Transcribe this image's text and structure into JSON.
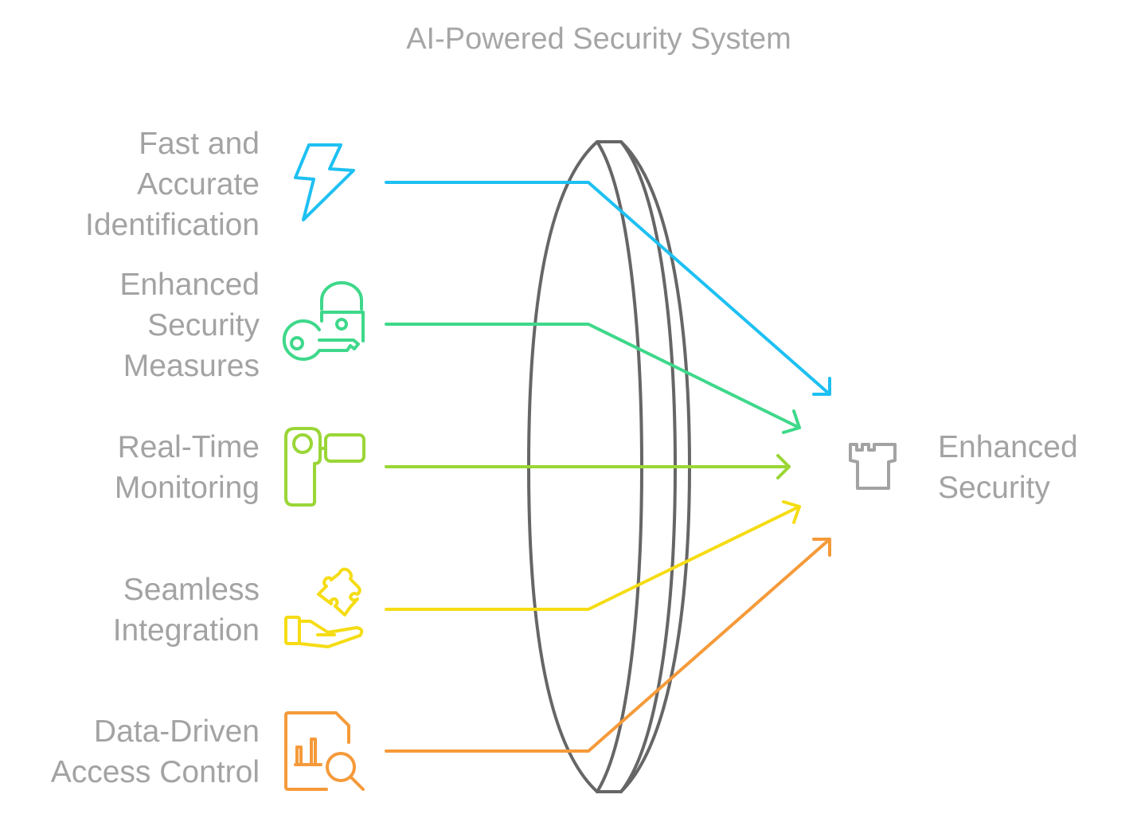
{
  "title": "AI-Powered Security System",
  "inputs": [
    {
      "lines": [
        "Fast and",
        "Accurate",
        "Identification"
      ],
      "icon": "lightning-bolt-icon",
      "color": "#1ec0f2"
    },
    {
      "lines": [
        "Enhanced",
        "Security",
        "Measures"
      ],
      "icon": "key-and-lock-icon",
      "color": "#3ed88a"
    },
    {
      "lines": [
        "Real-Time",
        "Monitoring"
      ],
      "icon": "video-camera-icon",
      "color": "#9ad636"
    },
    {
      "lines": [
        "Seamless",
        "Integration"
      ],
      "icon": "hand-puzzle-icon",
      "color": "#f5dc14"
    },
    {
      "lines": [
        "Data-Driven",
        "Access Control"
      ],
      "icon": "document-search-icon",
      "color": "#f59a3a"
    }
  ],
  "output": {
    "lines": [
      "Enhanced",
      "Security"
    ],
    "icon": "castle-tower-icon",
    "color": "#a3a3a3"
  },
  "lens_color": "#666666"
}
